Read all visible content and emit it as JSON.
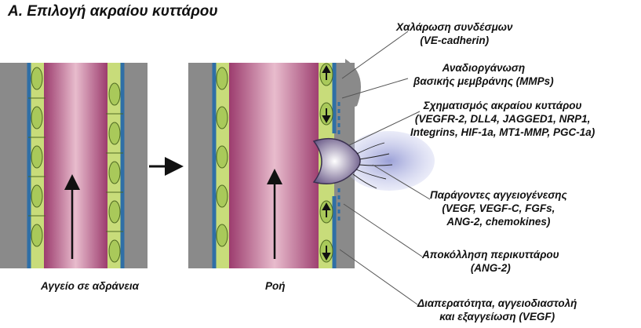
{
  "title": "A. Επιλογή ακραίου κυττάρου",
  "captions": {
    "quiescent": "Αγγείο σε αδράνεια",
    "flow": "Ροή"
  },
  "labels": {
    "junctions": [
      "Χαλάρωση συνδέσμων",
      "(VE-cadherin)"
    ],
    "membrane": [
      "Αναδιοργάνωση",
      "βασικής μεμβράνης (MMPs)"
    ],
    "tip_cell": [
      "Σχηματισμός ακραίου κυττάρου",
      "(VEGFR-2, DLL4, JAGGED1, NRP1,",
      "Integrins, HIF-1a, MT1-MMP, PGC-1a)"
    ],
    "factors": [
      "Παράγοντες αγγειογένεσης",
      "(VEGF, VEGF-C, FGFs,",
      "ANG-2, chemokines)"
    ],
    "pericyte": [
      "Αποκόλληση περικυττάρου",
      "(ANG-2)"
    ],
    "permeability": [
      "Διαπερατότητα, αγγειοδιαστολή",
      "και εξαγγείωση (VEGF)"
    ]
  },
  "colors": {
    "lumen_center": "#e3b6c8",
    "lumen_edge": "#9c3c6e",
    "endothelium": "#c8dc7a",
    "basement": "#2f6fa6",
    "pericyte": "#8f8f8f",
    "gradient": "#aab0de"
  }
}
